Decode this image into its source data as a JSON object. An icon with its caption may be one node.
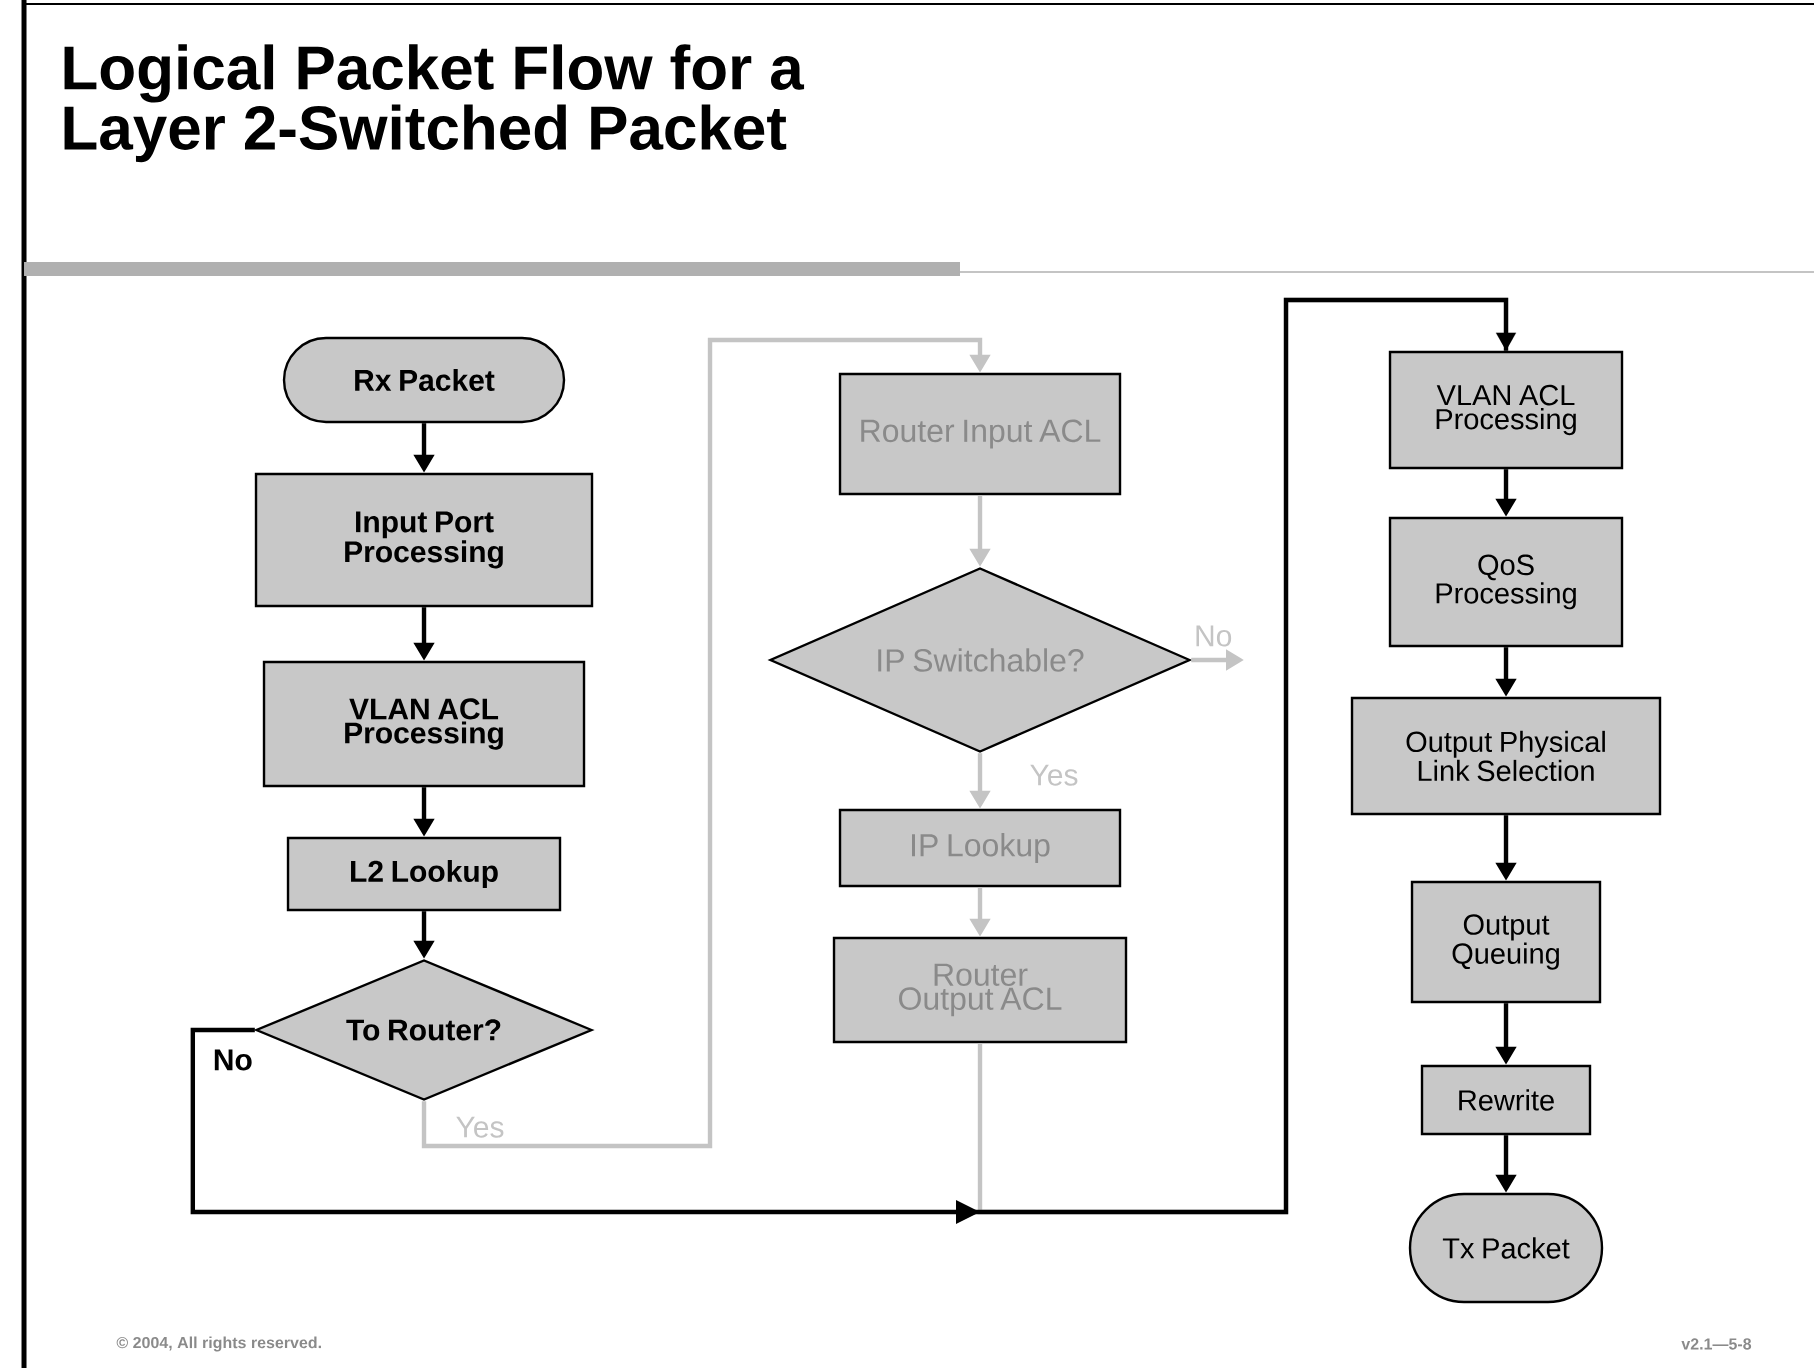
{
  "diagram": {
    "title": "Logical Packet Flow for a Layer 2-Switched Packet",
    "nodes": [
      {
        "text": [
          "Rx Packet"
        ]
      },
      {
        "text": [
          "Input Port Processing"
        ]
      },
      {
        "text": [
          "VLAN ACL Processing"
        ]
      },
      {
        "text": [
          "L2 Lookup"
        ]
      },
      {
        "text": [
          "To Router?"
        ]
      },
      {
        "text": [
          "Router Input ACL"
        ]
      },
      {
        "text": [
          "IP Switchable?"
        ]
      },
      {
        "text": [
          "IP Lookup"
        ]
      },
      {
        "text": [
          "Router Output ACL"
        ]
      },
      {
        "text": [
          "VLAN ACL Processing"
        ]
      },
      {
        "text": [
          "QoS Processing"
        ]
      },
      {
        "text": [
          "Output Physical Link Selection"
        ]
      },
      {
        "text": [
          "Output Queuing"
        ]
      },
      {
        "text": [
          "Rewrite"
        ]
      },
      {
        "text": [
          "Tx Packet"
        ]
      }
    ],
    "edges": [
      {
        "from": 0,
        "to": 1,
        "arrow": "to"
      },
      {
        "from": 1,
        "to": 2,
        "arrow": "to"
      },
      {
        "from": 2,
        "to": 3,
        "arrow": "to"
      },
      {
        "from": 3,
        "to": 4,
        "arrow": "to"
      },
      {
        "from": 4,
        "to": 5,
        "arrow": "to",
        "label": "Yes",
        "color": "#c4c4c4"
      },
      {
        "from": 5,
        "to": 6,
        "arrow": "to",
        "color": "#c4c4c4"
      },
      {
        "from": 6,
        "to": 7,
        "arrow": "to",
        "label": "Yes",
        "color": "#c4c4c4"
      },
      {
        "from": 7,
        "to": 8,
        "arrow": "to",
        "color": "#c4c4c4"
      },
      {
        "from": 6,
        "to": null,
        "arrow": "to",
        "label": "No",
        "color": "#c4c4c4"
      },
      {
        "from": 4,
        "to": 9,
        "arrow": "to",
        "label": "No"
      },
      {
        "from": 8,
        "to": 9,
        "arrow": "to",
        "color": "#c4c4c4"
      },
      {
        "from": 9,
        "to": 10,
        "arrow": "to"
      },
      {
        "from": 10,
        "to": 11,
        "arrow": "to"
      },
      {
        "from": 11,
        "to": 12,
        "arrow": "to"
      },
      {
        "from": 12,
        "to": 13,
        "arrow": "to"
      },
      {
        "from": 13,
        "to": 14,
        "arrow": "to"
      }
    ],
    "labels": [
      "© 2004, All rights reserved.",
      "v2.1—5-8"
    ]
  }
}
